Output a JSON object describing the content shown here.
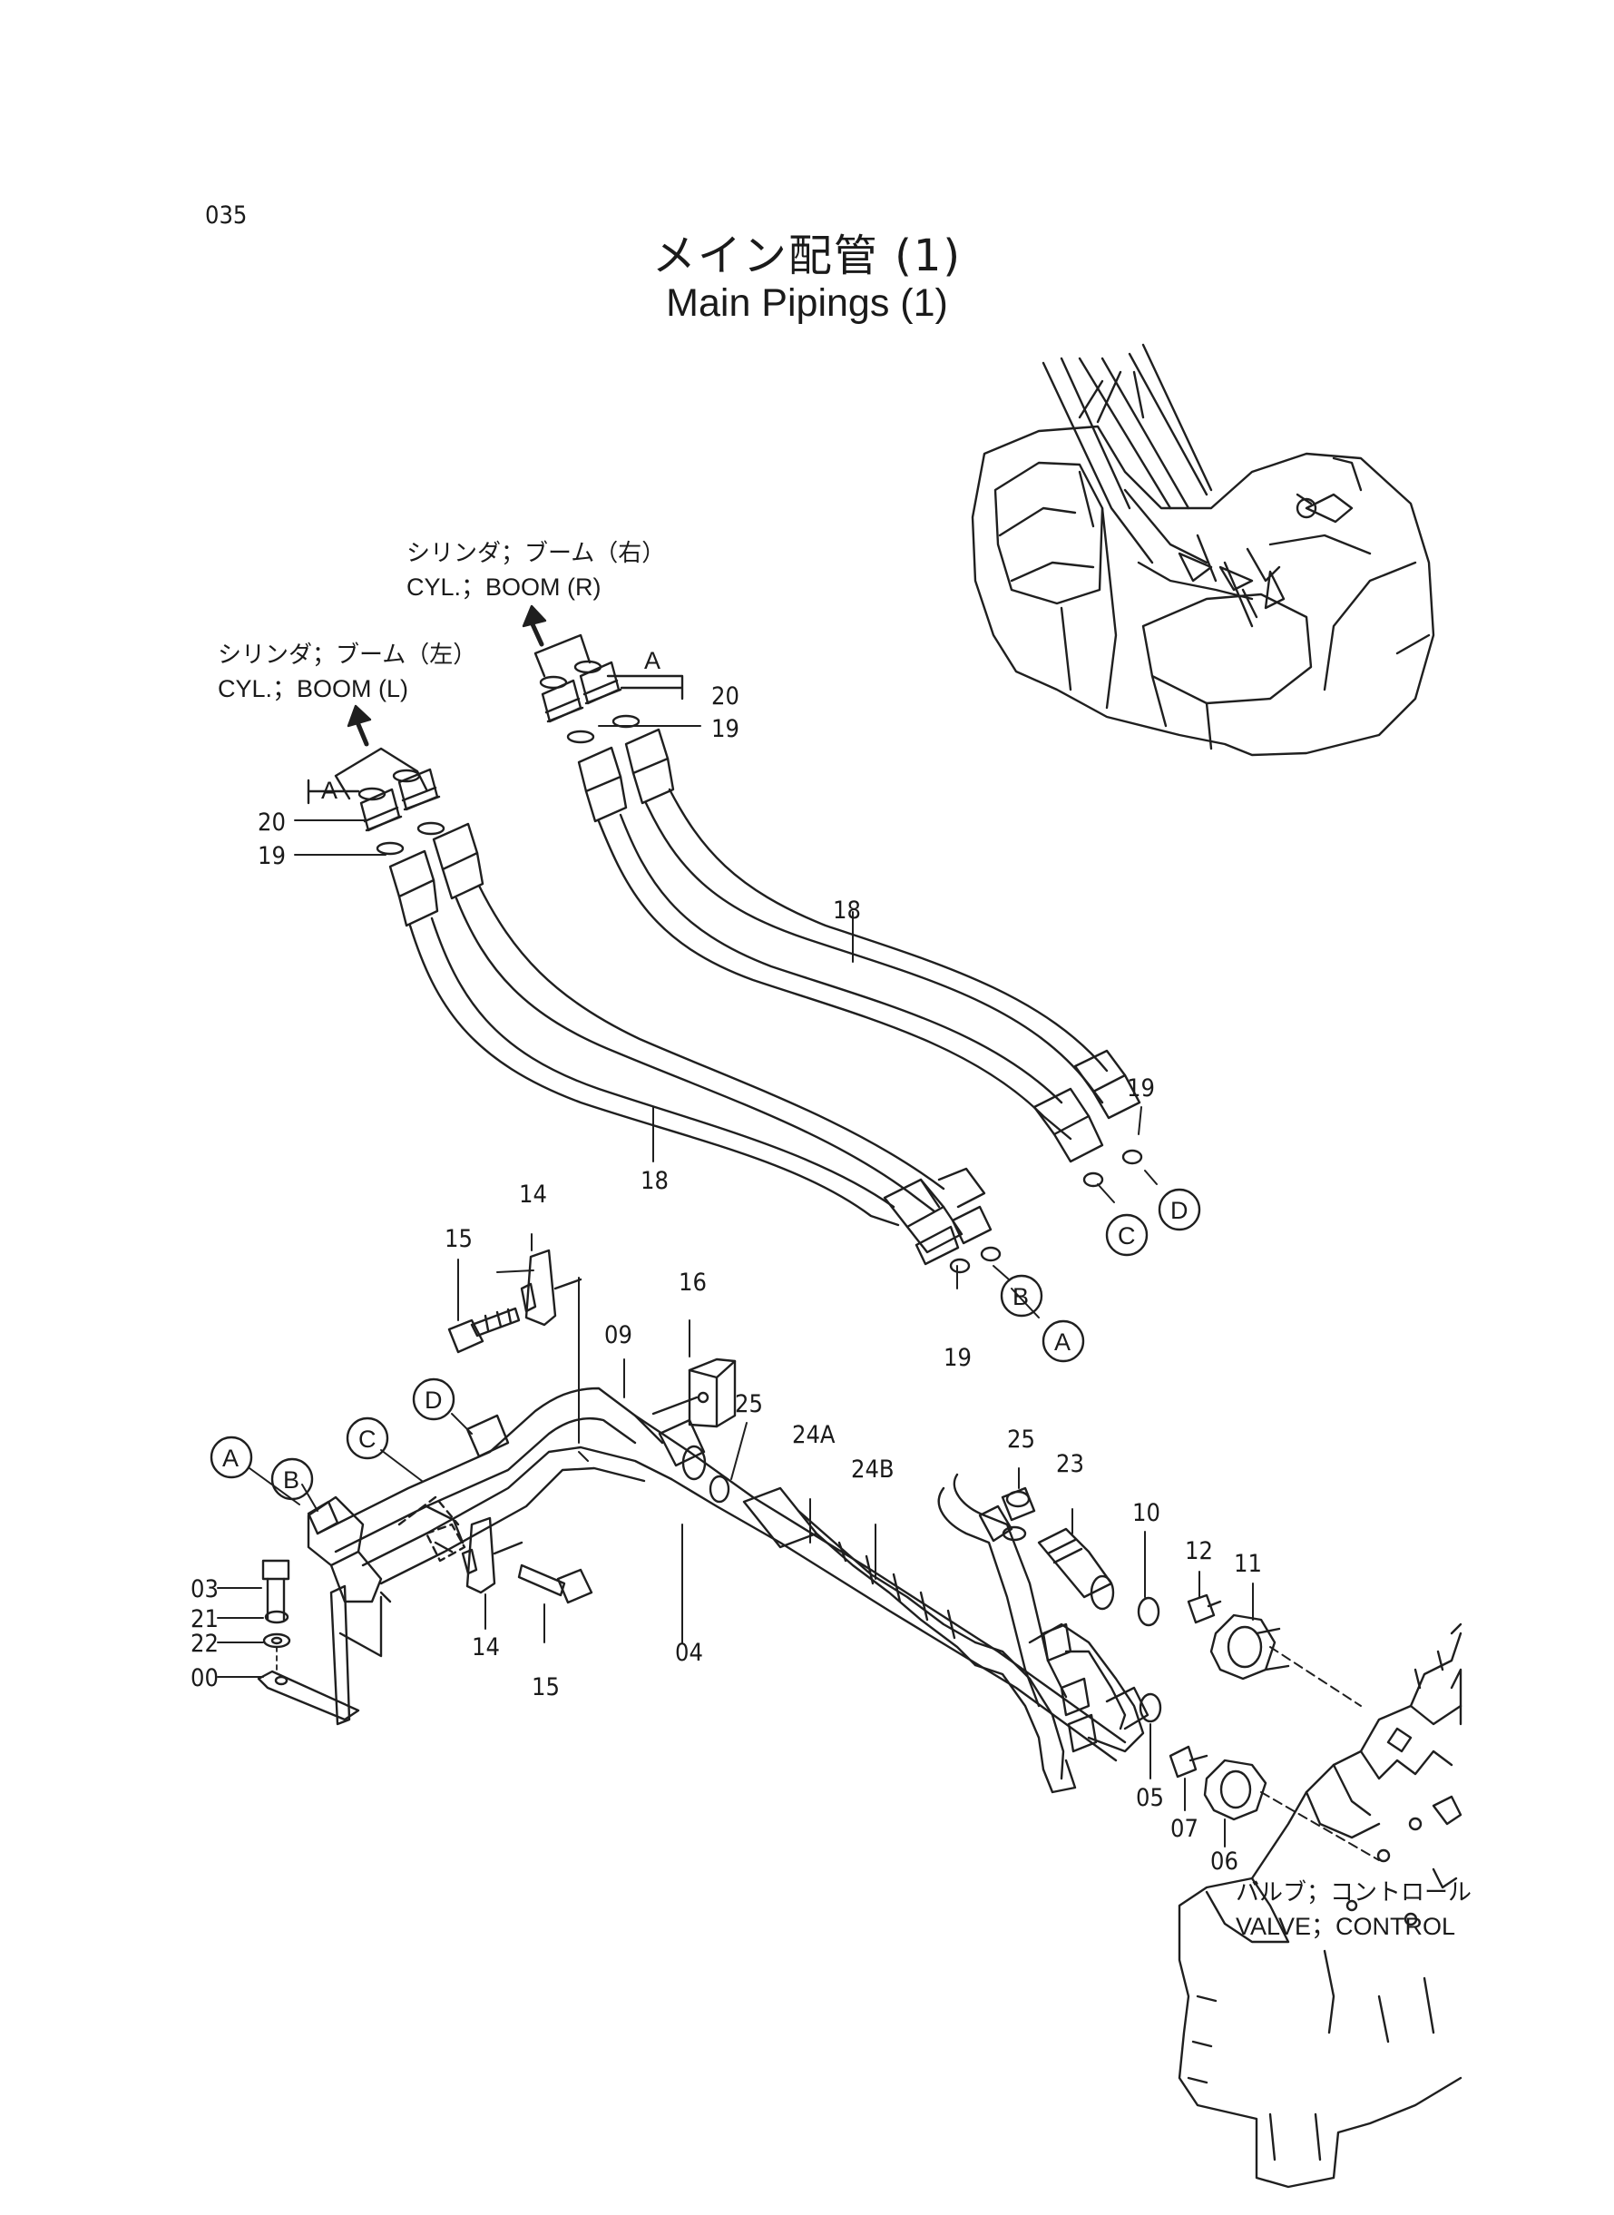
{
  "page_number": "035",
  "title_jp": "メイン配管 (1)",
  "title_en": "Main Pipings (1)",
  "callouts": {
    "boom_r_jp": "シリンダ；ブーム（右）",
    "boom_r_en": "CYL.；BOOM (R)",
    "boom_l_jp": "シリンダ；ブーム（左）",
    "boom_l_en": "CYL.；BOOM (L)",
    "valve_jp": "バルブ；コントロール",
    "valve_en": "VALVE；CONTROL"
  },
  "ref_letters": {
    "a": "A",
    "b": "B",
    "c": "C",
    "d": "D"
  },
  "part_numbers": {
    "p00": "00",
    "p03": "03",
    "p04": "04",
    "p05": "05",
    "p06": "06",
    "p07": "07",
    "p09": "09",
    "p10": "10",
    "p11": "11",
    "p12": "12",
    "p14": "14",
    "p15": "15",
    "p16": "16",
    "p18": "18",
    "p19": "19",
    "p20": "20",
    "p21": "21",
    "p22": "22",
    "p23": "23",
    "p24a": "24A",
    "p24b": "24B",
    "p25": "25"
  },
  "colors": {
    "line": "#1f1f1f",
    "paper": "#ffffff"
  }
}
